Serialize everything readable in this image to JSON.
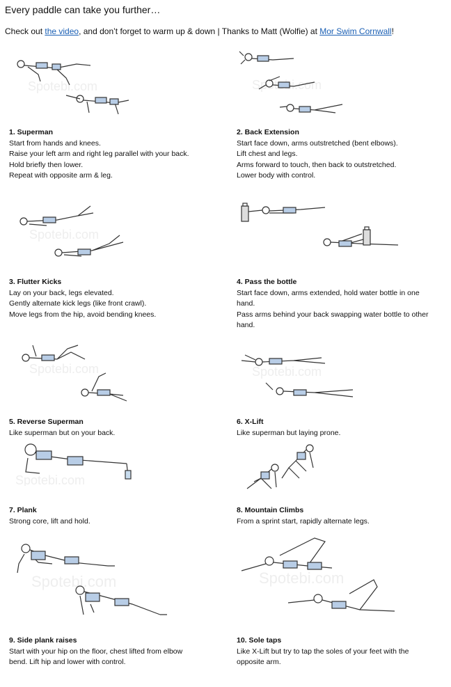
{
  "header": {
    "title": "Every paddle can take you further…",
    "intro_before": "Check out ",
    "video_link": "the video",
    "intro_middle": ", and don’t forget to warm up & down | Thanks to Matt (Wolfie) at ",
    "club_link": "Mor Swim Cornwall",
    "intro_after": "!"
  },
  "watermark": "Spotebi.com",
  "exercises": [
    {
      "heading": "1. Superman",
      "lines": [
        "Start from hands and knees.",
        "Raise your left arm and right leg parallel with your back.",
        "Hold briefly then lower.",
        "Repeat with opposite arm & leg."
      ]
    },
    {
      "heading": "2. Back Extension",
      "lines": [
        "Start face down, arms outstretched (bent elbows).",
        "Lift chest and legs.",
        "Arms forward to touch, then back to outstretched.",
        "Lower body with control."
      ]
    },
    {
      "heading": "3. Flutter Kicks",
      "lines": [
        "Lay on your back, legs elevated.",
        "Gently alternate kick legs (like front crawl).",
        "Move legs from the hip, avoid bending knees."
      ]
    },
    {
      "heading": "4. Pass the bottle",
      "lines": [
        "Start face down, arms extended, hold water bottle in one",
        "hand.",
        "Pass arms behind your back swapping water bottle to other",
        "hand."
      ]
    },
    {
      "heading": "5. Reverse Superman",
      "lines": [
        "Like superman but on your back."
      ]
    },
    {
      "heading": "6. X-Lift",
      "lines": [
        "Like superman but laying prone."
      ]
    },
    {
      "heading": "7. Plank",
      "lines": [
        "Strong core, lift and hold."
      ]
    },
    {
      "heading": "8. Mountain Climbs",
      "lines": [
        "From a sprint start, rapidly alternate legs."
      ]
    },
    {
      "heading": "9. Side plank raises",
      "lines": [
        "Start with your hip on the floor, chest lifted from elbow",
        "bend. Lift hip and lower with control."
      ]
    },
    {
      "heading": "10. Sole taps",
      "lines": [
        "Like X-Lift but try to tap the soles of your feet with the",
        "opposite arm."
      ]
    }
  ]
}
